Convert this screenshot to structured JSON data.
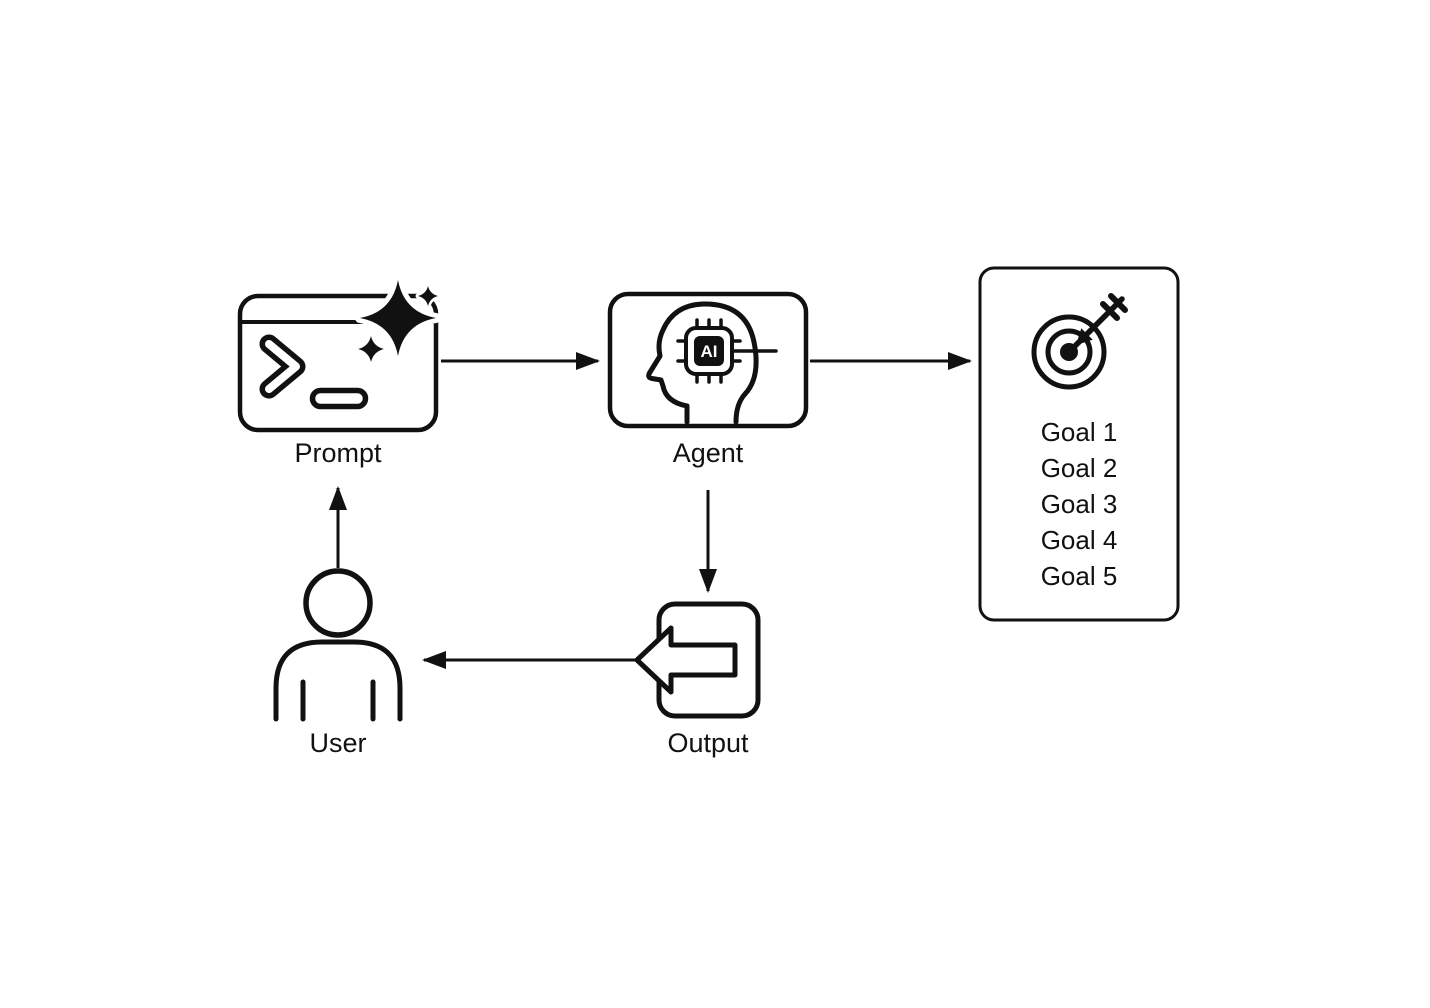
{
  "nodes": {
    "prompt": {
      "label": "Prompt",
      "icon": "terminal-sparkle-icon"
    },
    "agent": {
      "label": "Agent",
      "icon": "ai-head-chip-icon",
      "chip_text": "AI"
    },
    "goals": {
      "icon": "target-dart-icon",
      "items": [
        "Goal 1",
        "Goal 2",
        "Goal 3",
        "Goal 4",
        "Goal 5"
      ]
    },
    "user": {
      "label": "User",
      "icon": "person-icon"
    },
    "output": {
      "label": "Output",
      "icon": "export-arrow-icon"
    }
  },
  "edges": [
    {
      "from": "prompt",
      "to": "agent"
    },
    {
      "from": "agent",
      "to": "goals"
    },
    {
      "from": "agent",
      "to": "output"
    },
    {
      "from": "output",
      "to": "user"
    },
    {
      "from": "user",
      "to": "prompt"
    }
  ],
  "colors": {
    "line": "#111111",
    "background": "#ffffff"
  }
}
